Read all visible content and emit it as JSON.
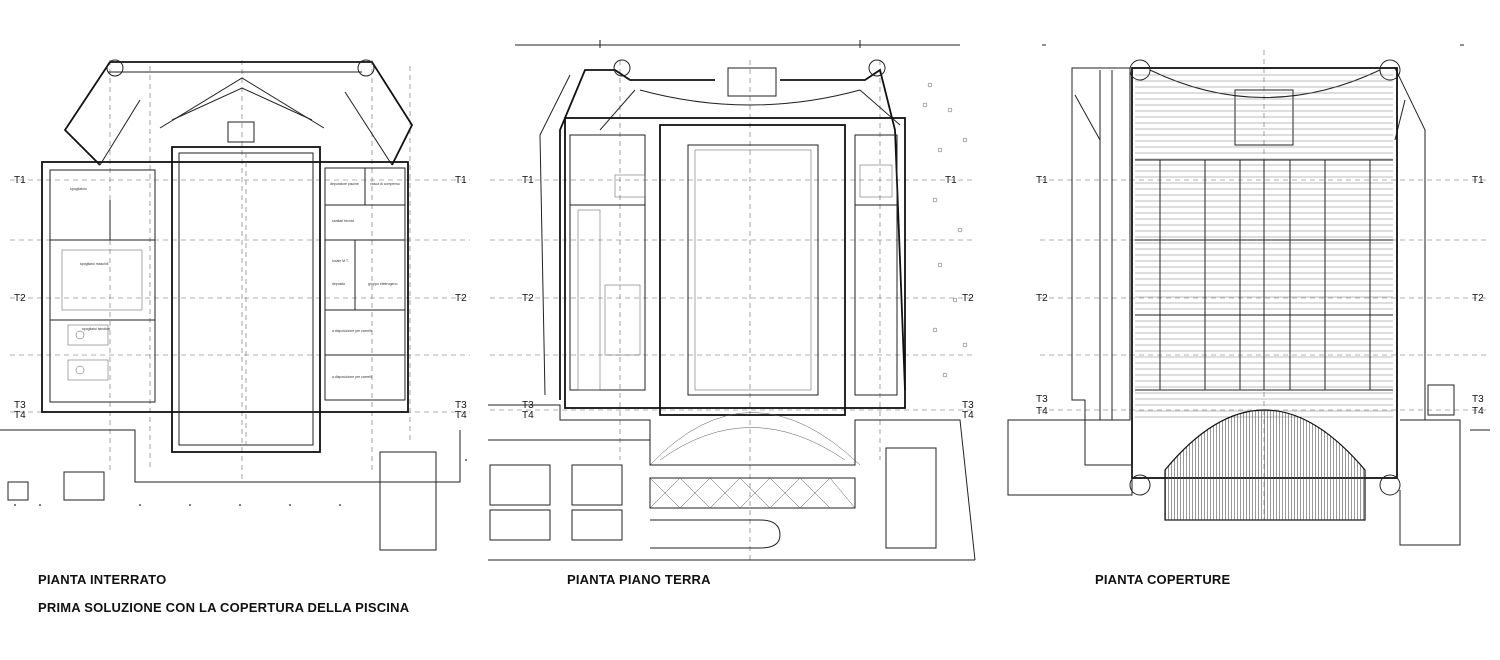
{
  "captions": {
    "basement": "PIANTA INTERRATO",
    "ground": "PIANTA PIANO TERRA",
    "roof": "PIANTA COPERTURE",
    "subtitle": "PRIMA SOLUZIONE CON LA COPERTURA DELLA PISCINA"
  },
  "section_markers": [
    "T1",
    "T2",
    "T3",
    "T4"
  ]
}
